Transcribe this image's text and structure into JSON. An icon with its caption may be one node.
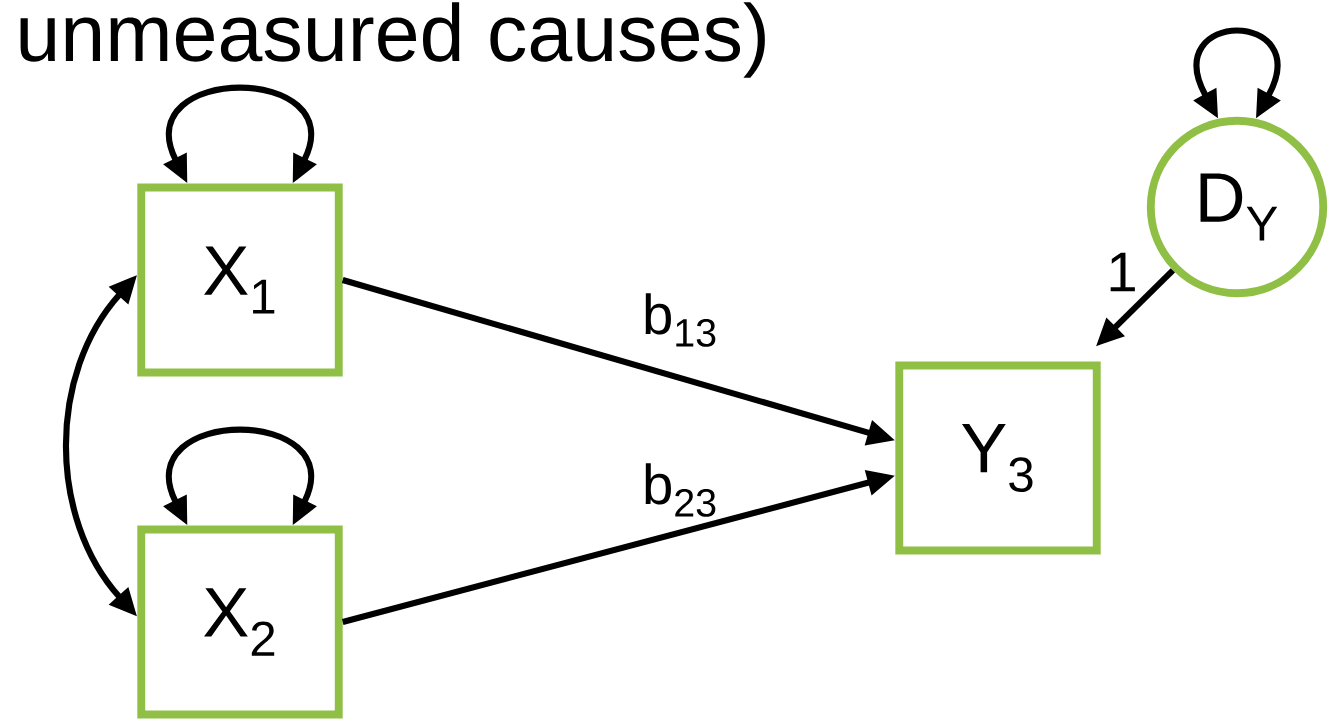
{
  "diagram": {
    "nodes": [
      {
        "text": [
          "X$_{1}$"
        ]
      },
      {
        "text": [
          "X$_{2}$"
        ]
      },
      {
        "text": [
          "Y$_{3}$"
        ]
      },
      {
        "text": [
          "D$_{Y}$"
        ]
      }
    ],
    "edges": [
      {
        "from": 0,
        "to": 2,
        "arrow": "to",
        "label": "b$_{13}$"
      },
      {
        "from": 1,
        "to": 2,
        "arrow": "to",
        "label": "b$_{23}$"
      },
      {
        "from": 3,
        "to": 2,
        "arrow": "to",
        "label": "1"
      },
      {
        "from": 0,
        "to": 1,
        "arrow": "both"
      },
      {
        "from": 0,
        "to": 0,
        "arrow": "both"
      },
      {
        "from": 1,
        "to": 1,
        "arrow": "both"
      },
      {
        "from": 3,
        "to": 3,
        "arrow": "both"
      }
    ],
    "labels": [
      "unmeasured causes)"
    ]
  }
}
